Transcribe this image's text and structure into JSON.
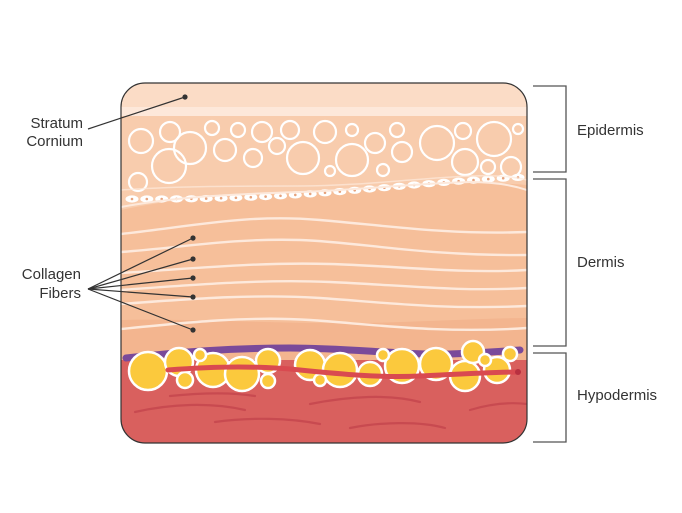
{
  "labels": {
    "stratum_line1": "Stratum",
    "stratum_line2": "Cornium",
    "collagen_line1": "Collagen",
    "collagen_line2": "Fibers",
    "epidermis": "Epidermis",
    "dermis": "Dermis",
    "hypodermis": "Hypodermis"
  },
  "colors": {
    "stratum_corneum": "#fbdcc6",
    "epidermis": "#f8ccad",
    "dermis": "#f6bf9a",
    "dermis_deep": "#f3b58f",
    "fat_cell": "#fbc93d",
    "fat_cell_stroke": "#ffffff",
    "hypodermis": "#d9605e",
    "blood_vessel_artery": "#d94a50",
    "blood_vessel_vein": "#7a4a9a",
    "fiber": "#fde9dc",
    "leader_line": "#333333",
    "bracket": "#555555"
  },
  "icons": [
    "cell-icon",
    "fat-cell-icon",
    "blood-vessel-icon"
  ]
}
